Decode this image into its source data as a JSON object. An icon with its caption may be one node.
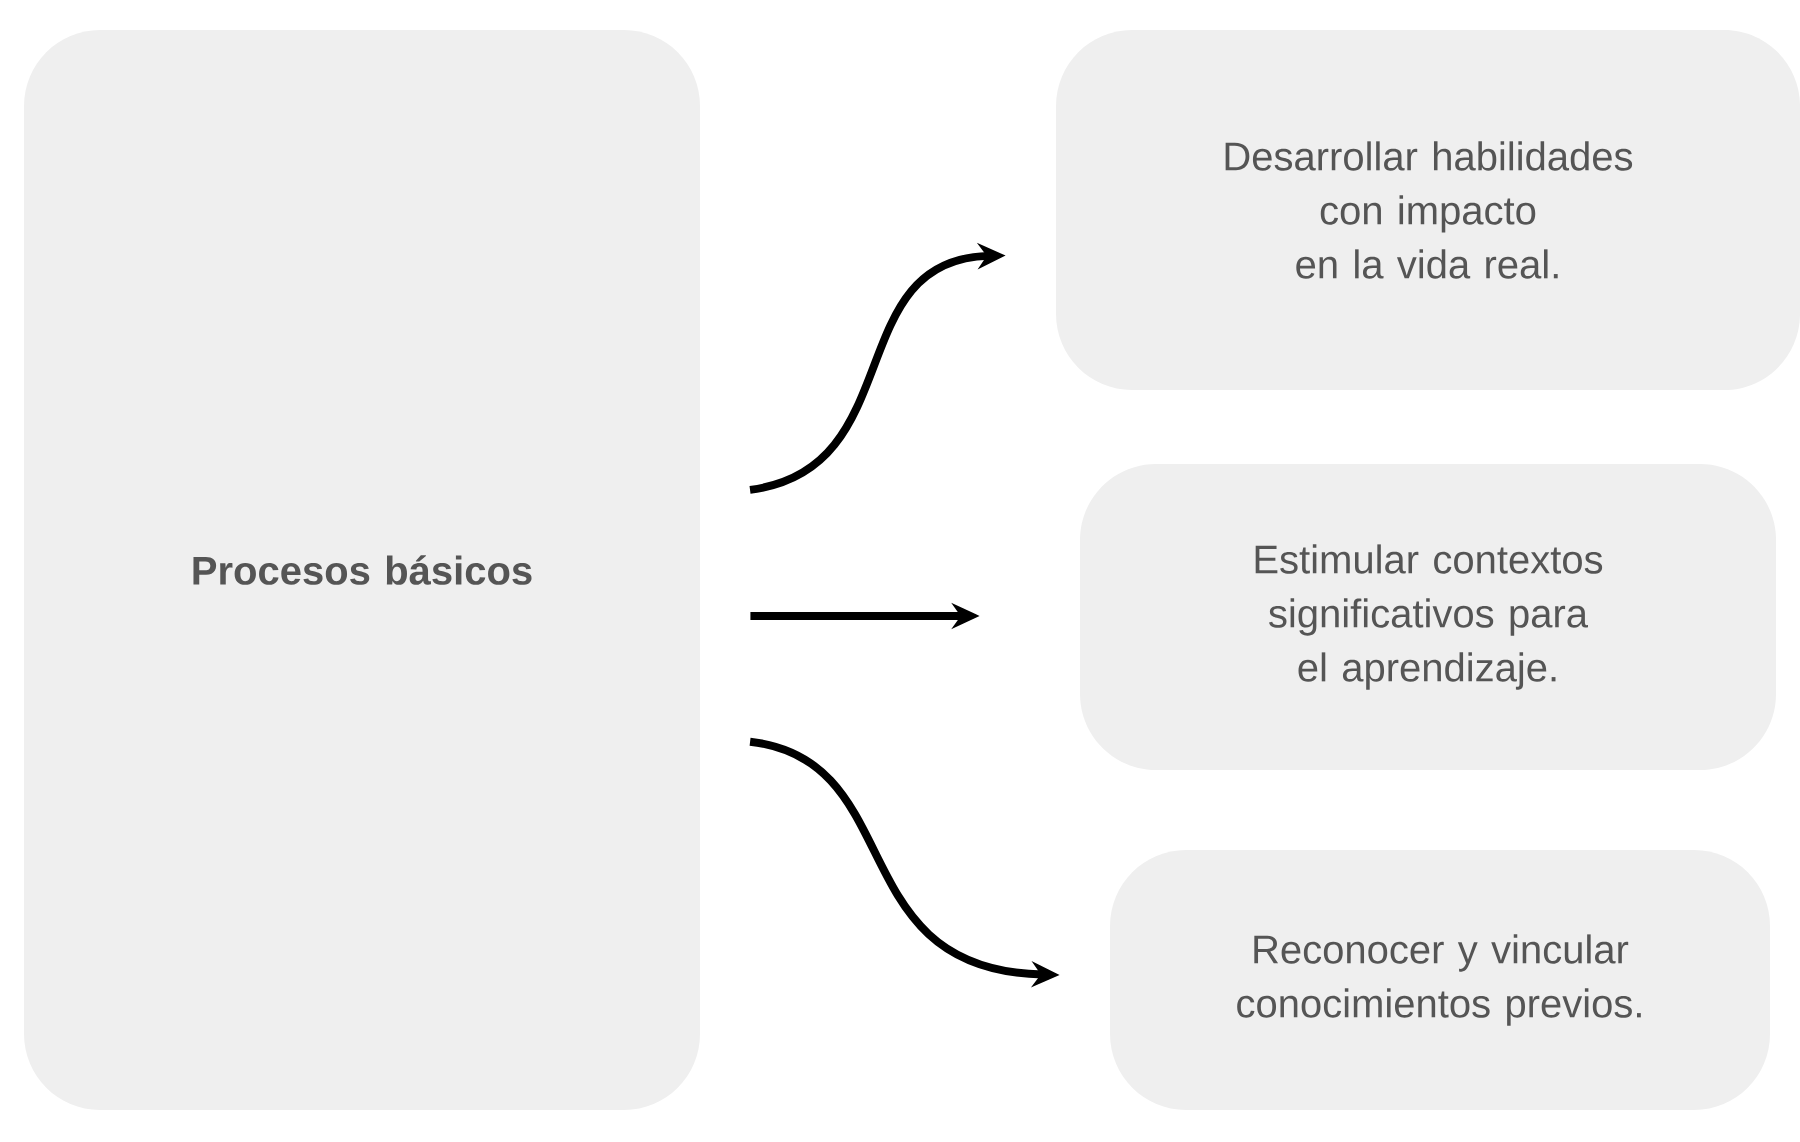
{
  "diagram": {
    "nodes": [
      {
        "text": [
          "Procesos básicos"
        ]
      },
      {
        "text": [
          "Desarrollar habilidades con impacto en la vida real."
        ]
      },
      {
        "text": [
          "Estimular contextos significativos para el aprendizaje."
        ]
      },
      {
        "text": [
          "Reconocer y vincular conocimientos previos."
        ]
      }
    ],
    "edges": [
      {
        "from": 0,
        "to": 1,
        "arrow": "to"
      },
      {
        "from": 0,
        "to": 2,
        "arrow": "to"
      },
      {
        "from": 0,
        "to": 3,
        "arrow": "to"
      }
    ]
  }
}
